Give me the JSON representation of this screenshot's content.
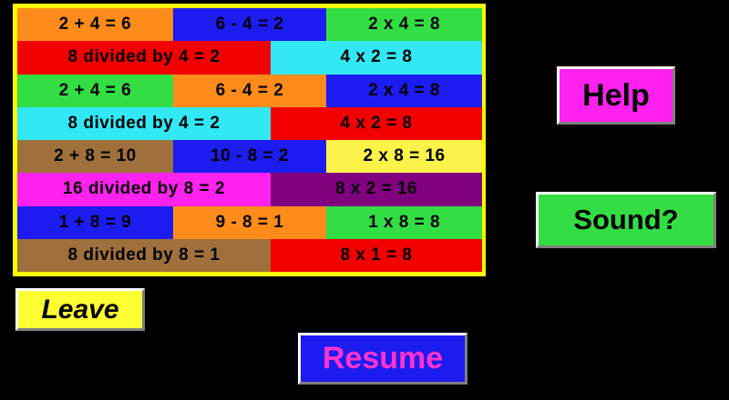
{
  "app": {
    "background_color": "#000000",
    "grid_frame_color": "#ffff00"
  },
  "fact_grid": {
    "rows": [
      {
        "cells": [
          {
            "text": "2 + 4 = 6",
            "bg": "#ff8c1a",
            "width_pct": 33.5
          },
          {
            "text": "6 - 4 = 2",
            "bg": "#1c1cf0",
            "width_pct": 33.0
          },
          {
            "text": "2 x 4 = 8",
            "bg": "#33dd44",
            "width_pct": 33.5
          }
        ]
      },
      {
        "cells": [
          {
            "text": "8 divided by 4 = 2",
            "bg": "#f20000",
            "width_pct": 54.5
          },
          {
            "text": "4 x 2 = 8",
            "bg": "#33e8f5",
            "width_pct": 45.5
          }
        ]
      },
      {
        "cells": [
          {
            "text": "2 + 4 = 6",
            "bg": "#33dd44",
            "width_pct": 33.5
          },
          {
            "text": "6 - 4 = 2",
            "bg": "#ff8c1a",
            "width_pct": 33.0
          },
          {
            "text": "2 x 4 = 8",
            "bg": "#1c1cf0",
            "width_pct": 33.5
          }
        ]
      },
      {
        "cells": [
          {
            "text": "8 divided by 4 = 2",
            "bg": "#33e8f5",
            "width_pct": 54.5
          },
          {
            "text": "4 x 2 = 8",
            "bg": "#f20000",
            "width_pct": 45.5
          }
        ]
      },
      {
        "cells": [
          {
            "text": "2 + 8 = 10",
            "bg": "#a0703c",
            "width_pct": 33.5
          },
          {
            "text": "10 - 8 = 2",
            "bg": "#1c1cf0",
            "width_pct": 33.0
          },
          {
            "text": "2 x 8 = 16",
            "bg": "#fbf24a",
            "width_pct": 33.5
          }
        ]
      },
      {
        "cells": [
          {
            "text": "16 divided by 8 = 2",
            "bg": "#ff22ee",
            "width_pct": 54.5
          },
          {
            "text": "8 x 2 = 16",
            "bg": "#800080",
            "width_pct": 45.5
          }
        ]
      },
      {
        "cells": [
          {
            "text": "1 + 8 = 9",
            "bg": "#1c1cf0",
            "width_pct": 33.5
          },
          {
            "text": "9 - 8 = 1",
            "bg": "#ff8c1a",
            "width_pct": 33.0
          },
          {
            "text": "1 x 8 = 8",
            "bg": "#33dd44",
            "width_pct": 33.5
          }
        ]
      },
      {
        "cells": [
          {
            "text": "8 divided by 8 = 1",
            "bg": "#a0703c",
            "width_pct": 54.5
          },
          {
            "text": "8 x 1 = 8",
            "bg": "#f20000",
            "width_pct": 45.5
          }
        ]
      }
    ]
  },
  "buttons": {
    "help": {
      "label": "Help",
      "bg": "#ff22ee",
      "text_color": "#000000"
    },
    "sound": {
      "label": "Sound?",
      "bg": "#33dd44",
      "text_color": "#000000"
    },
    "leave": {
      "label": "Leave",
      "bg": "#ffff33",
      "text_color": "#000000"
    },
    "resume": {
      "label": "Resume",
      "bg": "#1c1cf0",
      "text_color": "#ff33cc"
    }
  }
}
